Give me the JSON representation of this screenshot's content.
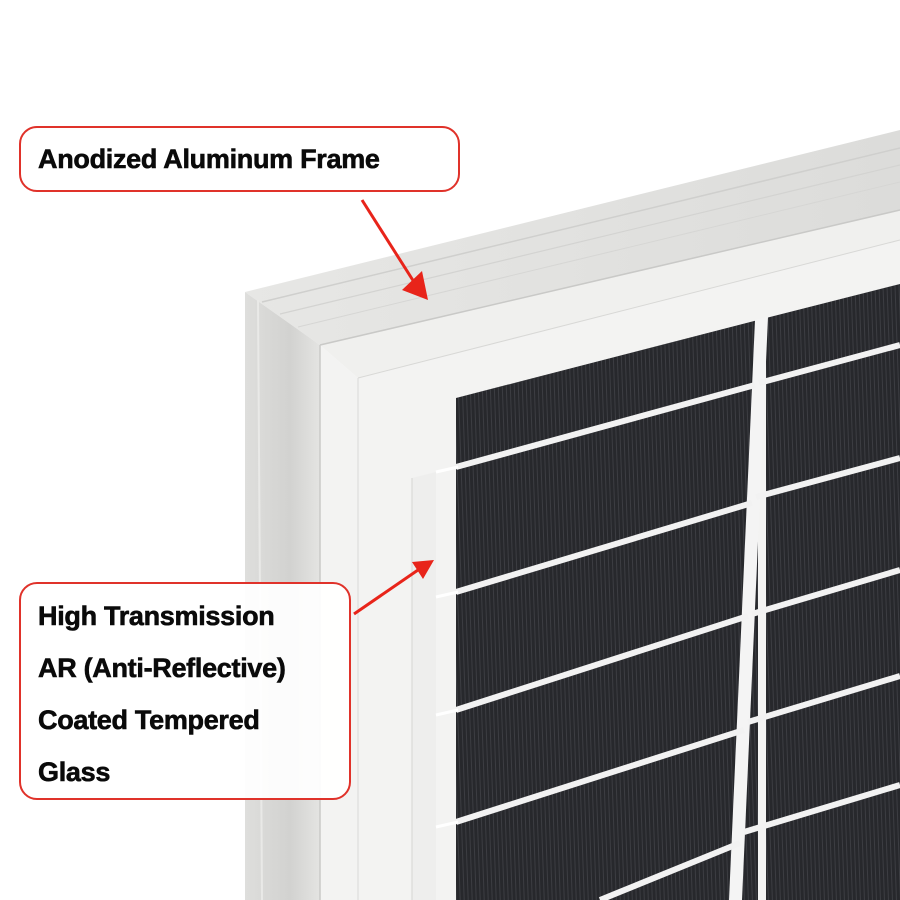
{
  "image": {
    "subject": "Solar panel corner close-up",
    "colors": {
      "background": "#ffffff",
      "frame_outer": "#d9d9d7",
      "frame_face": "#ececea",
      "frame_inner_lip": "#f4f4f3",
      "glass_border": "#f1f1f0",
      "cell": "#26272b",
      "busbar_gap": "#f2f2f2",
      "callout_border": "#e0322a",
      "arrow": "#e8241a",
      "text": "#0a0a0a"
    }
  },
  "callouts": {
    "frame": {
      "label": "Anodized Aluminum Frame"
    },
    "glass": {
      "lines": [
        "High Transmission",
        "AR (Anti-Reflective)",
        "Coated Tempered",
        "Glass"
      ]
    }
  }
}
